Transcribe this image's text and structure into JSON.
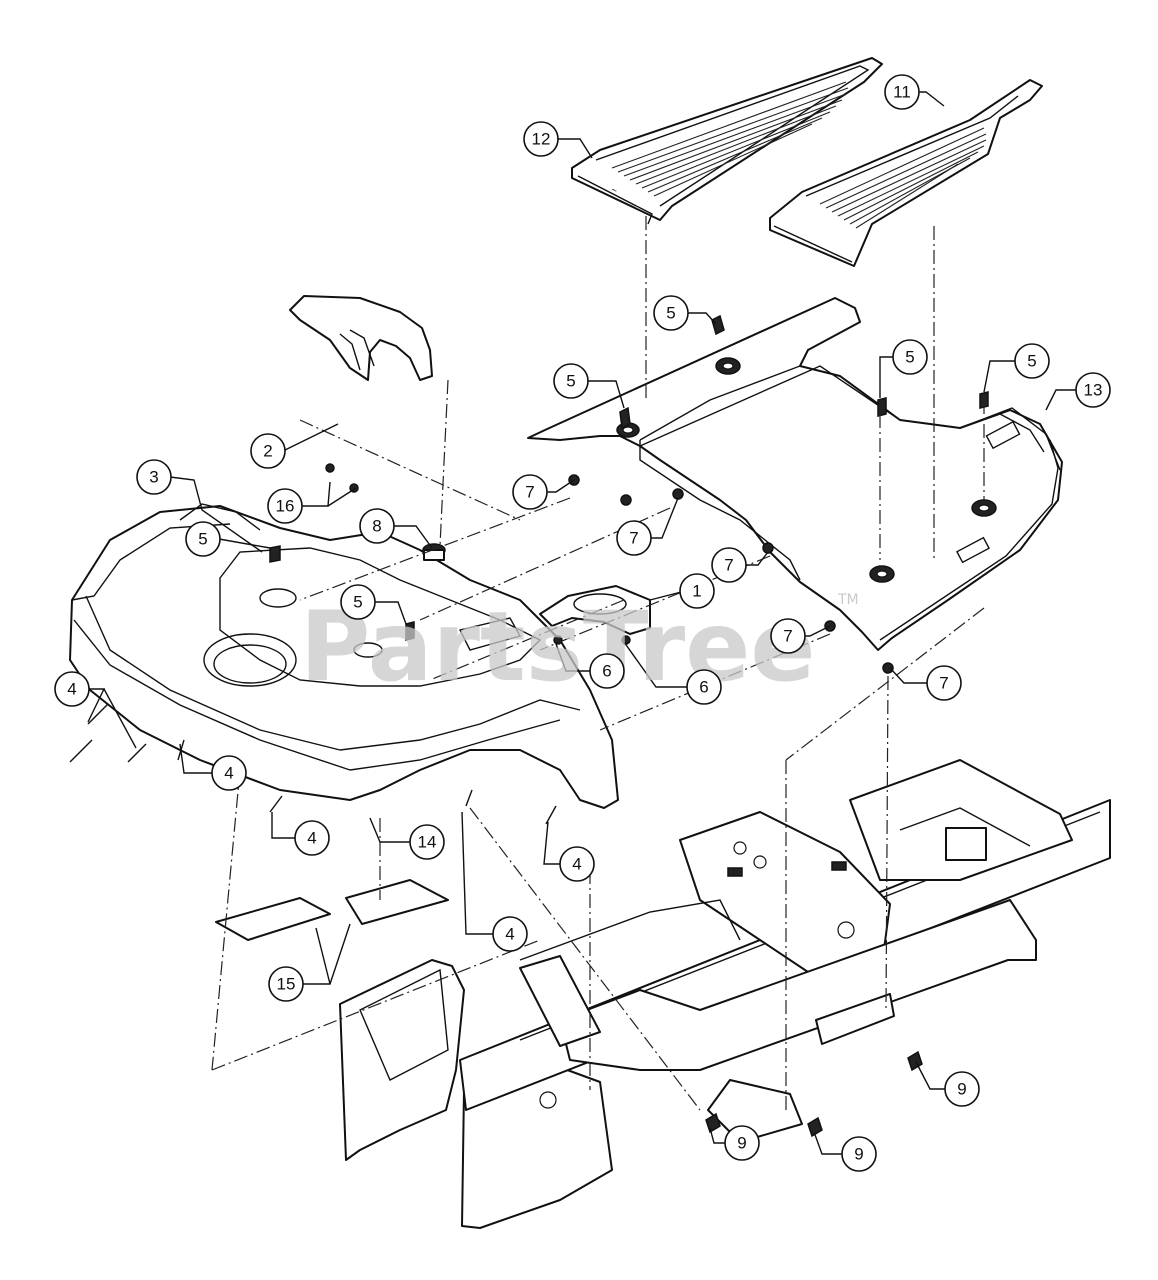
{
  "watermark": {
    "text": "PartsTree",
    "tm": "TM"
  },
  "callouts": [
    {
      "n": "1"
    },
    {
      "n": "2"
    },
    {
      "n": "3"
    },
    {
      "n": "4"
    },
    {
      "n": "5"
    },
    {
      "n": "6"
    },
    {
      "n": "7"
    },
    {
      "n": "8"
    },
    {
      "n": "9"
    },
    {
      "n": "11"
    },
    {
      "n": "12"
    },
    {
      "n": "13"
    },
    {
      "n": "14"
    },
    {
      "n": "15"
    },
    {
      "n": "16"
    }
  ]
}
